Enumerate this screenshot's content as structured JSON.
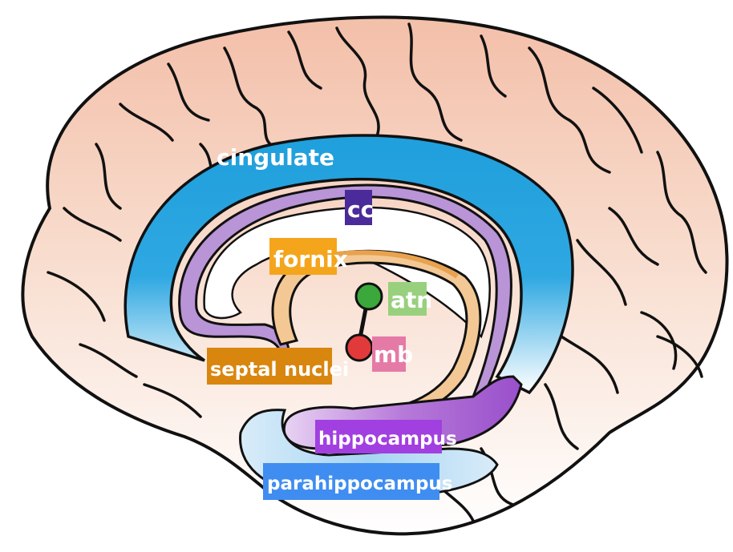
{
  "labels": {
    "cingulate": "cingulate",
    "cc": "cc",
    "fornix": "fornix",
    "atn": "atn",
    "mb": "mb",
    "septal_nuclei": "septal nuclei",
    "hippocampus": "hippocampus",
    "parahippocampus": "parahippocampus"
  },
  "colors": {
    "brain_fill_top": "#f5c9b7",
    "brain_fill_bottom": "#ffffff",
    "outline": "#111111",
    "cingulate": "#2aa3de",
    "cingulate_light": "#d6ecf9",
    "cc_box": "#4b2a9a",
    "corpus_callosum": "#b994d6",
    "fornix": "#e9a24e",
    "fornix_box": "#f4a51c",
    "fornix_light": "#f3c894",
    "atn": "#3aa83a",
    "atn_box": "#98d07e",
    "mb": "#e23a3a",
    "mb_box": "#e57aa6",
    "septal_box": "#d9860f",
    "hippocampus": "#a25ad1",
    "hippocampus_box": "#a23fe0",
    "parahippocampus": "#9fd1f2",
    "parahippocampus_box": "#3f8df0",
    "label_text": "#ffffff"
  }
}
